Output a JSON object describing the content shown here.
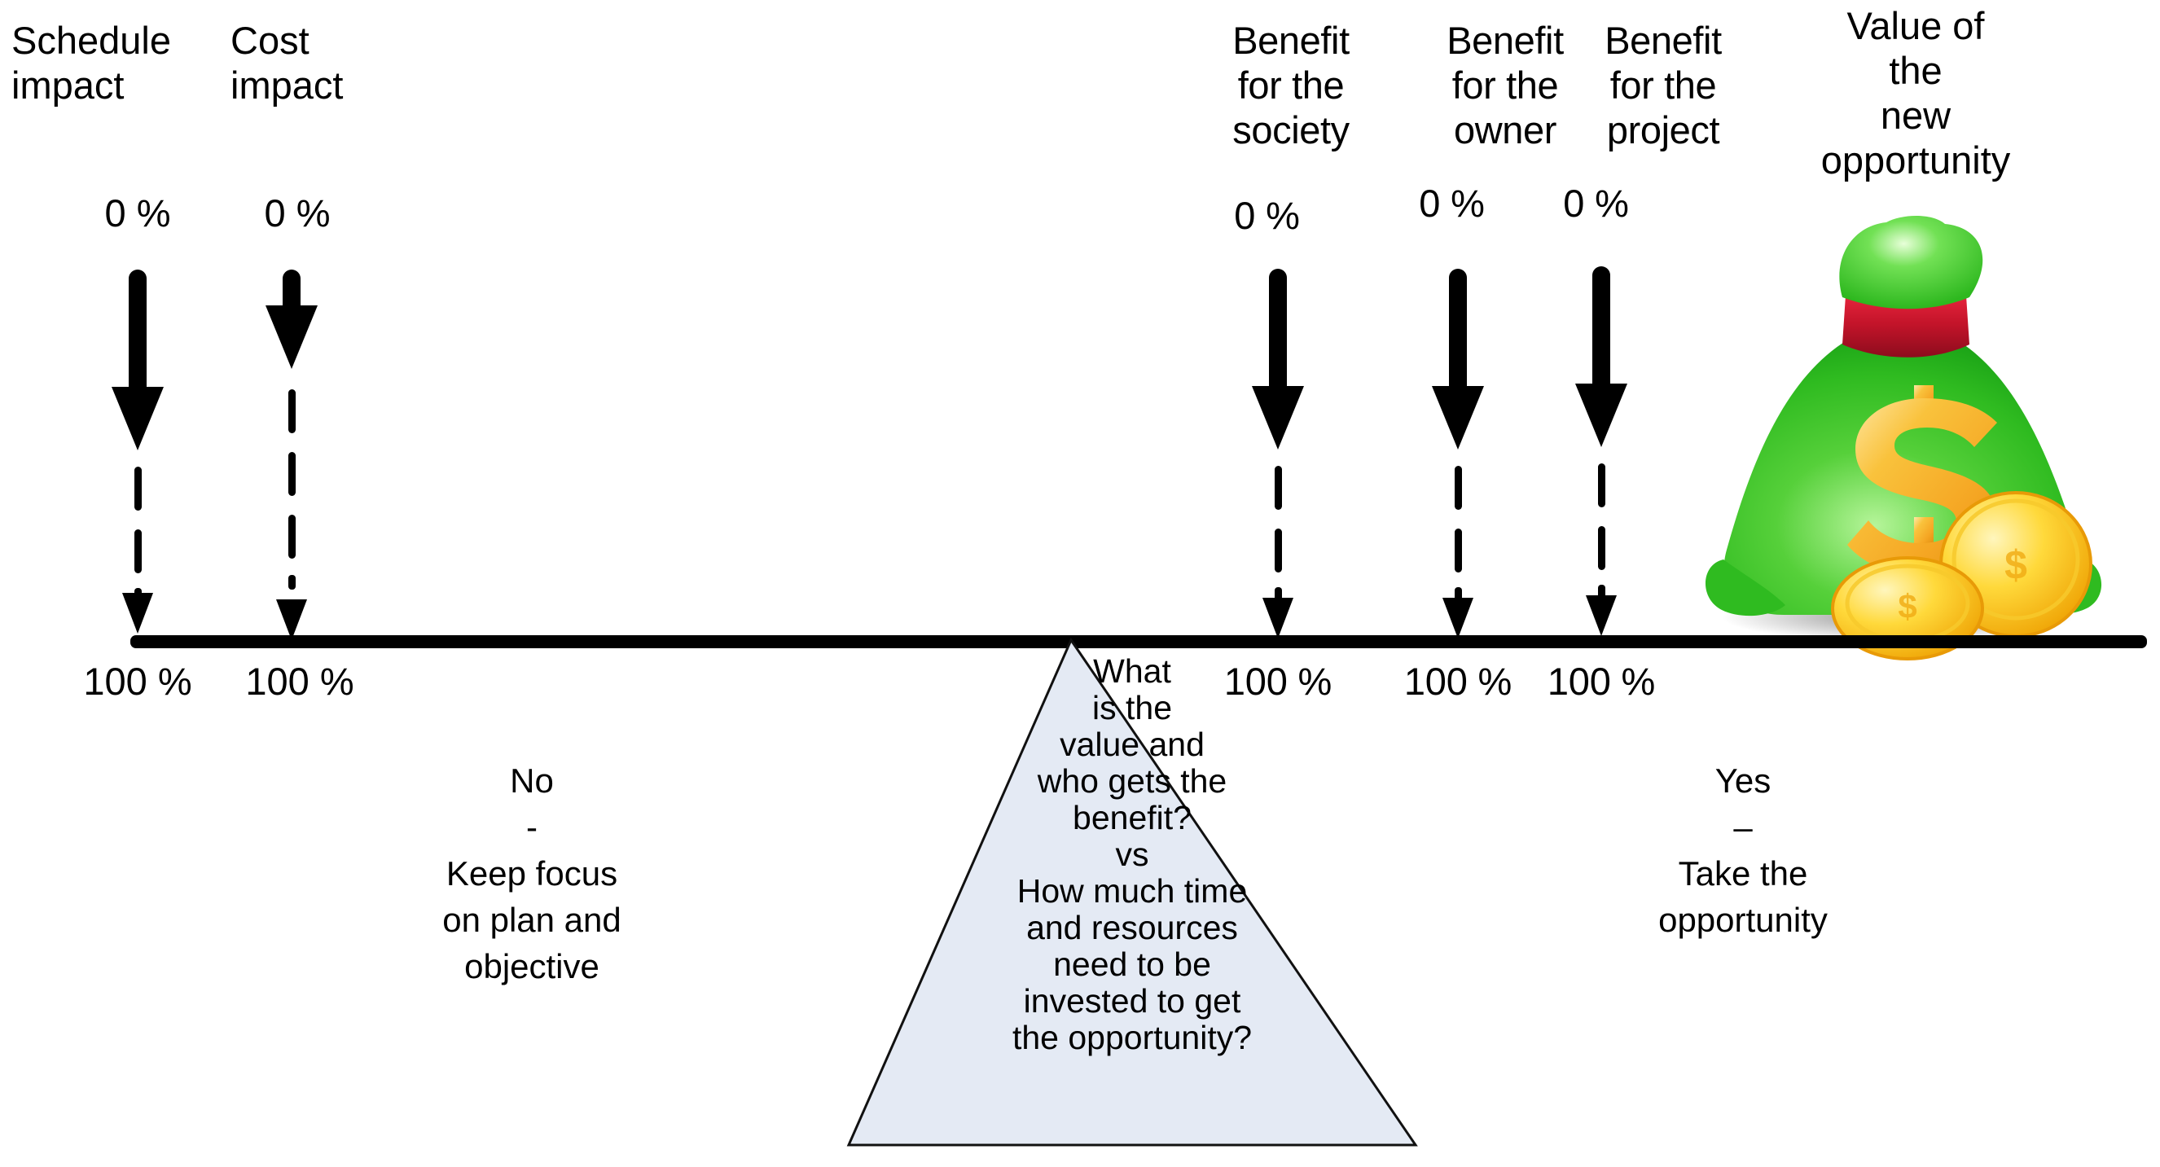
{
  "diagram": {
    "title": "Opportunity decision balance",
    "beam": {
      "label": "balance-beam"
    },
    "colors": {
      "ink": "#000000",
      "fulcrum_fill": "#e4eaf4",
      "fulcrum_stroke": "#111111",
      "bag_green_light": "#7ee05a",
      "bag_green": "#3cc227",
      "bag_green_dark": "#17a319",
      "bag_band_red": "#c7182b",
      "dollar_orange": "#f5a623",
      "coin_gold": "#ffd93b",
      "coin_gold_dark": "#f0a500",
      "shadow_gray": "#9a9a9a"
    }
  },
  "left_side": {
    "items": [
      {
        "name": "schedule-impact",
        "label": "Schedule\nimpact",
        "top_value": "0 %",
        "bottom_value": "100 %"
      },
      {
        "name": "cost-impact",
        "label": "Cost\nimpact",
        "top_value": "0 %",
        "bottom_value": "100 %"
      }
    ],
    "verdict": "No\n-\nKeep focus\non plan and\nobjective"
  },
  "right_side": {
    "items": [
      {
        "name": "benefit-society",
        "label": "Benefit\nfor the\nsociety",
        "top_value": "0 %",
        "bottom_value": "100 %"
      },
      {
        "name": "benefit-owner",
        "label": "Benefit\nfor the\nowner",
        "top_value": "0 %",
        "bottom_value": "100 %"
      },
      {
        "name": "benefit-project",
        "label": "Benefit\nfor the\nproject",
        "top_value": "0 %",
        "bottom_value": "100 %"
      }
    ],
    "verdict": "Yes\n–\nTake the\nopportunity"
  },
  "money": {
    "label": "Value of\nthe\nnew\nopportunity",
    "icon": "money-bag-icon",
    "coins_icon": "gold-coins-icon",
    "dollar_sign": "$"
  },
  "fulcrum": {
    "name": "fulcrum-question-triangle",
    "text": "What\nis the\nvalue and\nwho gets the\nbenefit?\nvs\nHow much time\nand resources\nneed to be\ninvested to get\nthe opportunity?"
  }
}
